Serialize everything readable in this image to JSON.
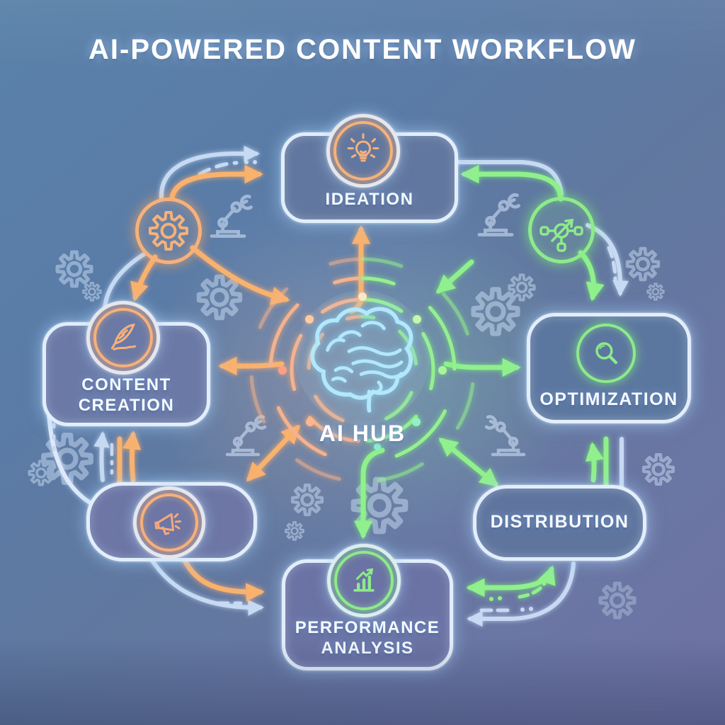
{
  "title": "AI-POWERED CONTENT WORKFLOW",
  "hub": {
    "label": "AI HUB",
    "icon": "brain-icon"
  },
  "nodes": [
    {
      "id": "ideation",
      "label": "IDEATION",
      "icon": "lightbulb-icon",
      "accent": "#f6b17a"
    },
    {
      "id": "content-creation",
      "lines": [
        "CONTENT",
        "CREATION"
      ],
      "icon": "feather-icon",
      "accent": "#f6b17a"
    },
    {
      "id": "optimization",
      "label": "OPTIMIZATION",
      "icon": "magnifier-icon",
      "accent": "#8deb8a"
    },
    {
      "id": "distribution",
      "label": "DISTRIBUTION"
    },
    {
      "id": "performance-analysis",
      "lines": [
        "PERFORMANCE",
        "ANALYSIS"
      ],
      "icon": "bar-chart-icon",
      "accent": "#8deb8a"
    },
    {
      "id": "promotion",
      "icon": "megaphone-icon",
      "accent": "#f6a87a"
    }
  ],
  "satellites": [
    {
      "id": "automation",
      "icon": "gear-icon",
      "accent": "#f6b17a"
    },
    {
      "id": "sharing",
      "icon": "network-icon",
      "accent": "#8deb8a"
    }
  ],
  "decor": {
    "icons": [
      "gear-icon",
      "robot-arm-icon"
    ]
  },
  "colors": {
    "orange": "#f8b26e",
    "green": "#90f08c",
    "blue": "#c6daf3",
    "node_border": "#e2eefc",
    "brain": "#b5e7fb",
    "text": "#ffffff",
    "background_top": "#5a82aa",
    "background_bottom": "#6f73a3"
  }
}
